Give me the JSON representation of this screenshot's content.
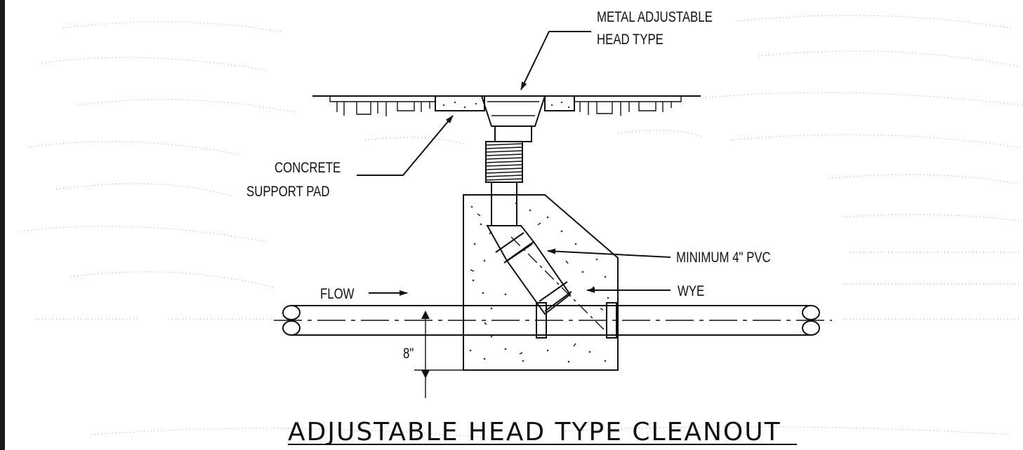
{
  "labels": {
    "head_type": [
      "METAL ADJUSTABLE",
      "HEAD TYPE"
    ],
    "concrete_pad": [
      "CONCRETE",
      "SUPPORT PAD"
    ],
    "pvc": "MINIMUM 4\" PVC",
    "wye": "WYE",
    "flow": "FLOW",
    "depth": "8\""
  },
  "title": "ADJUSTABLE HEAD TYPE CLEANOUT"
}
